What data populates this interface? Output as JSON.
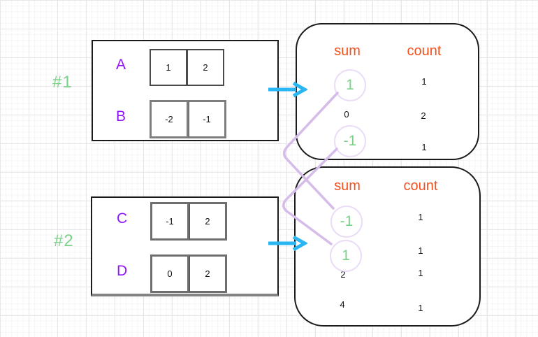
{
  "colors": {
    "green_accent": "#79d287",
    "purple_accent": "#9013fe",
    "orange_accent": "#f4511e",
    "cyan_arrow": "#29b6f2",
    "lavender_link": "#d5bce9"
  },
  "groups": [
    {
      "tag": "#1",
      "arrays": [
        {
          "label": "A",
          "cells": [
            "1",
            "2"
          ]
        },
        {
          "label": "B",
          "cells": [
            "-2",
            "-1"
          ]
        }
      ],
      "table": {
        "sum_header": "sum",
        "count_header": "count",
        "rows": [
          {
            "sum": "1",
            "count": "1",
            "highlighted": true
          },
          {
            "sum": "0",
            "count": "2",
            "highlighted": false
          },
          {
            "sum": "-1",
            "count": "1",
            "highlighted": true
          }
        ]
      }
    },
    {
      "tag": "#2",
      "arrays": [
        {
          "label": "C",
          "cells": [
            "-1",
            "2"
          ]
        },
        {
          "label": "D",
          "cells": [
            "0",
            "2"
          ]
        }
      ],
      "table": {
        "sum_header": "sum",
        "count_header": "count",
        "rows": [
          {
            "sum": "-1",
            "count": "1",
            "highlighted": true
          },
          {
            "sum": "1",
            "count": "1",
            "highlighted": true
          },
          {
            "sum": "2",
            "count": "1",
            "highlighted": false
          },
          {
            "sum": "4",
            "count": "1",
            "highlighted": false
          }
        ]
      }
    }
  ],
  "connections": [
    {
      "from": "group1 sum 1",
      "to": "group2 sum -1"
    },
    {
      "from": "group1 sum -1",
      "to": "group2 sum 1"
    }
  ],
  "icons": {
    "arrow": "arrow-right-icon"
  }
}
